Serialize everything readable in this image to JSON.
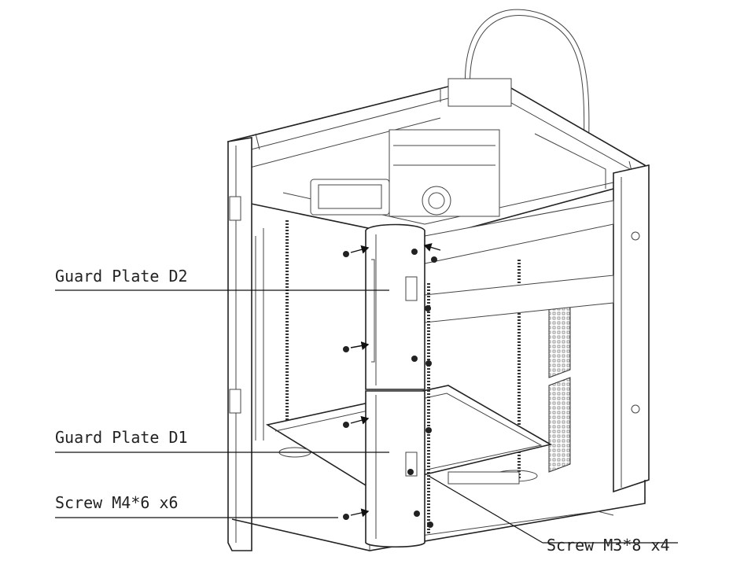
{
  "labels": {
    "guard_plate_d2": "Guard Plate D2",
    "guard_plate_d1": "Guard Plate D1",
    "screw_m4": "Screw M4*6 x6",
    "screw_m3": "Screw M3*8 x4"
  }
}
